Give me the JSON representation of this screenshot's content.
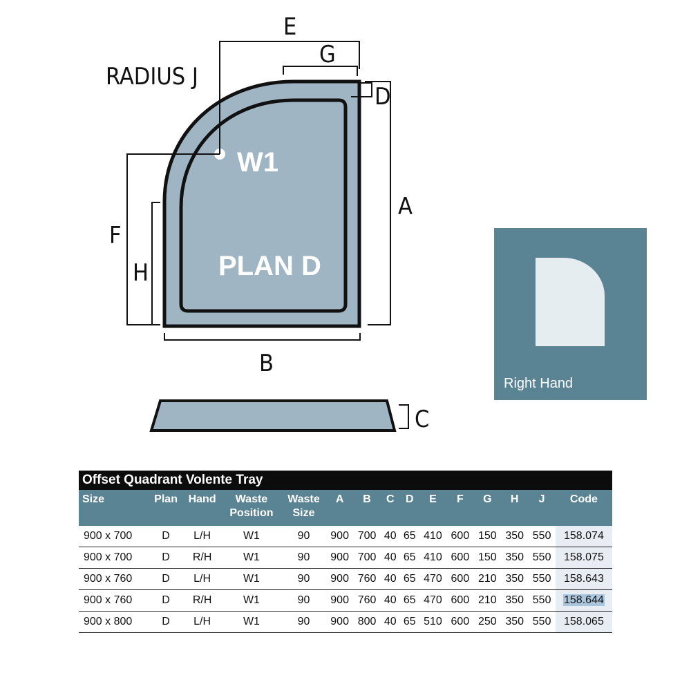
{
  "diagram": {
    "dimension_labels": {
      "A": "A",
      "B": "B",
      "C": "C",
      "D": "D",
      "E": "E",
      "F": "F",
      "G": "G",
      "H": "H",
      "radius": "RADIUS J"
    },
    "waste_label": "W1",
    "plan_label": "PLAN D",
    "colors": {
      "tray_fill": "#9fb5c3",
      "outline": "#111111",
      "panel": "#5a8494"
    }
  },
  "hand_panel": {
    "label": "Right Hand"
  },
  "table": {
    "title": "Offset Quadrant Volente Tray",
    "headers": [
      [
        "Size"
      ],
      [
        "Plan"
      ],
      [
        "Hand"
      ],
      [
        "Waste",
        "Position"
      ],
      [
        "Waste",
        "Size"
      ],
      [
        "A"
      ],
      [
        "B"
      ],
      [
        "C"
      ],
      [
        "D"
      ],
      [
        "E"
      ],
      [
        "F"
      ],
      [
        "G"
      ],
      [
        "H"
      ],
      [
        "J"
      ],
      [
        "Code"
      ]
    ],
    "rows": [
      [
        "900 x 700",
        "D",
        "L/H",
        "W1",
        "90",
        "900",
        "700",
        "40",
        "65",
        "410",
        "600",
        "150",
        "350",
        "550",
        "158.074"
      ],
      [
        "900 x 700",
        "D",
        "R/H",
        "W1",
        "90",
        "900",
        "700",
        "40",
        "65",
        "410",
        "600",
        "150",
        "350",
        "550",
        "158.075"
      ],
      [
        "900 x 760",
        "D",
        "L/H",
        "W1",
        "90",
        "900",
        "760",
        "40",
        "65",
        "470",
        "600",
        "210",
        "350",
        "550",
        "158.643"
      ],
      [
        "900 x 760",
        "D",
        "R/H",
        "W1",
        "90",
        "900",
        "760",
        "40",
        "65",
        "470",
        "600",
        "210",
        "350",
        "550",
        "158.644"
      ],
      [
        "900 x 800",
        "D",
        "L/H",
        "W1",
        "90",
        "900",
        "800",
        "40",
        "65",
        "510",
        "600",
        "250",
        "350",
        "550",
        "158.065"
      ]
    ],
    "highlighted_code": "158.644"
  }
}
